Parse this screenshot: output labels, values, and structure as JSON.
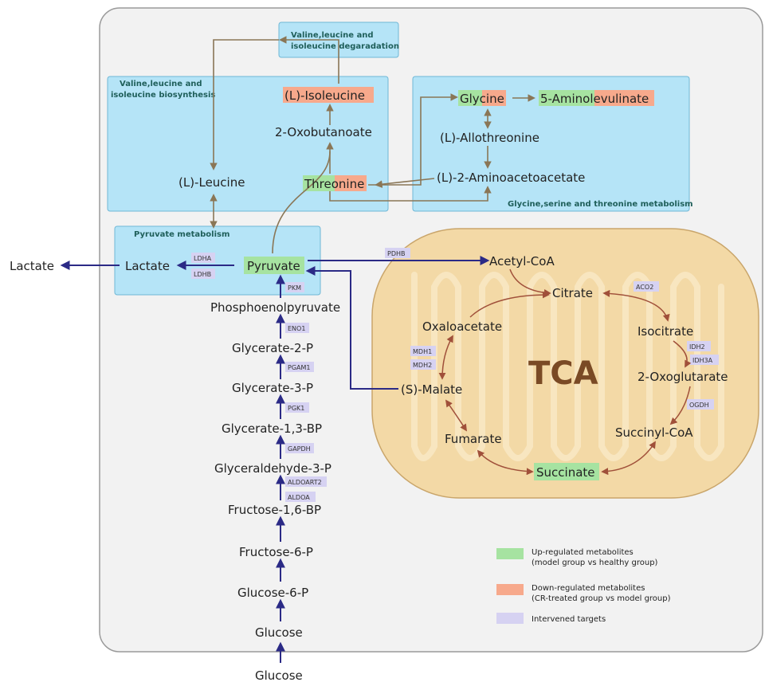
{
  "modules": {
    "vli_degradation_line1": "Valine,leucine and",
    "vli_degradation_line2": "isoleucine degaradation",
    "vli_biosynthesis_line1": "Valine,leucine and",
    "vli_biosynthesis_line2": "isoleucine biosynthesis",
    "gst_metabolism": "Glycine,serine and threonine metabolism",
    "pyruvate_metabolism": "Pyruvate metabolism",
    "tca": "TCA"
  },
  "metabolites": {
    "l_isoleucine": "(L)-Isoleucine",
    "oxobutanoate": "2-Oxobutanoate",
    "threonine": "Threonine",
    "l_leucine": "(L)-Leucine",
    "glycine": "Glycine",
    "aminolevulinate": "5-Aminolevulinate",
    "l_allothreonine": "(L)-Allothreonine",
    "aminoacetoacetate": "(L)-2-Aminoacetoacetate",
    "lactate_outer": "Lactate",
    "lactate_inner": "Lactate",
    "pyruvate": "Pyruvate",
    "acetyl_coa": "Acetyl-CoA",
    "citrate": "Citrate",
    "isocitrate": "Isocitrate",
    "oxoglutarate": "2-Oxoglutarate",
    "succinyl_coa": "Succinyl-CoA",
    "succinate": "Succinate",
    "fumarate": "Fumarate",
    "s_malate": "(S)-Malate",
    "oxaloacetate": "Oxaloacetate",
    "pep": "Phosphoenolpyruvate",
    "glycerate_2p": "Glycerate-2-P",
    "glycerate_3p": "Glycerate-3-P",
    "glycerate_13bp": "Glycerate-1,3-BP",
    "gap": "Glyceraldehyde-3-P",
    "f16bp": "Fructose-1,6-BP",
    "f6p": "Fructose-6-P",
    "g6p": "Glucose-6-P",
    "glucose_inner": "Glucose",
    "glucose_outer": "Glucose"
  },
  "enzymes": {
    "ldha": "LDHA",
    "ldhb": "LDHB",
    "pdhb": "PDHB",
    "pkm": "PKM",
    "eno1": "ENO1",
    "pgam1": "PGAM1",
    "pgk1": "PGK1",
    "gapdh": "GAPDH",
    "aldoart2": "ALDOART2",
    "aldoa": "ALDOA",
    "aco2": "ACO2",
    "idh2": "IDH2",
    "idh3a": "IDH3A",
    "ogdh": "OGDH",
    "mdh1": "MDH1",
    "mdh2": "MDH2"
  },
  "legend": {
    "up_line1": "Up-regulated metabolites",
    "up_line2": "(model group vs healthy group)",
    "down_line1": "Down-regulated metabolites",
    "down_line2": "(CR-treated group vs model group)",
    "targets": "Intervened targets"
  },
  "colors": {
    "up_regulated": "#a6e3a1",
    "down_regulated": "#f7a98c",
    "intervened_target": "#d6d2f2",
    "module_box": "#b5e4f7",
    "mitochondrion": "#f3d9a6",
    "glycolysis_arrow": "#2b2a86",
    "tca_arrow": "#a0503a",
    "amino_arrow": "#8a7656"
  }
}
